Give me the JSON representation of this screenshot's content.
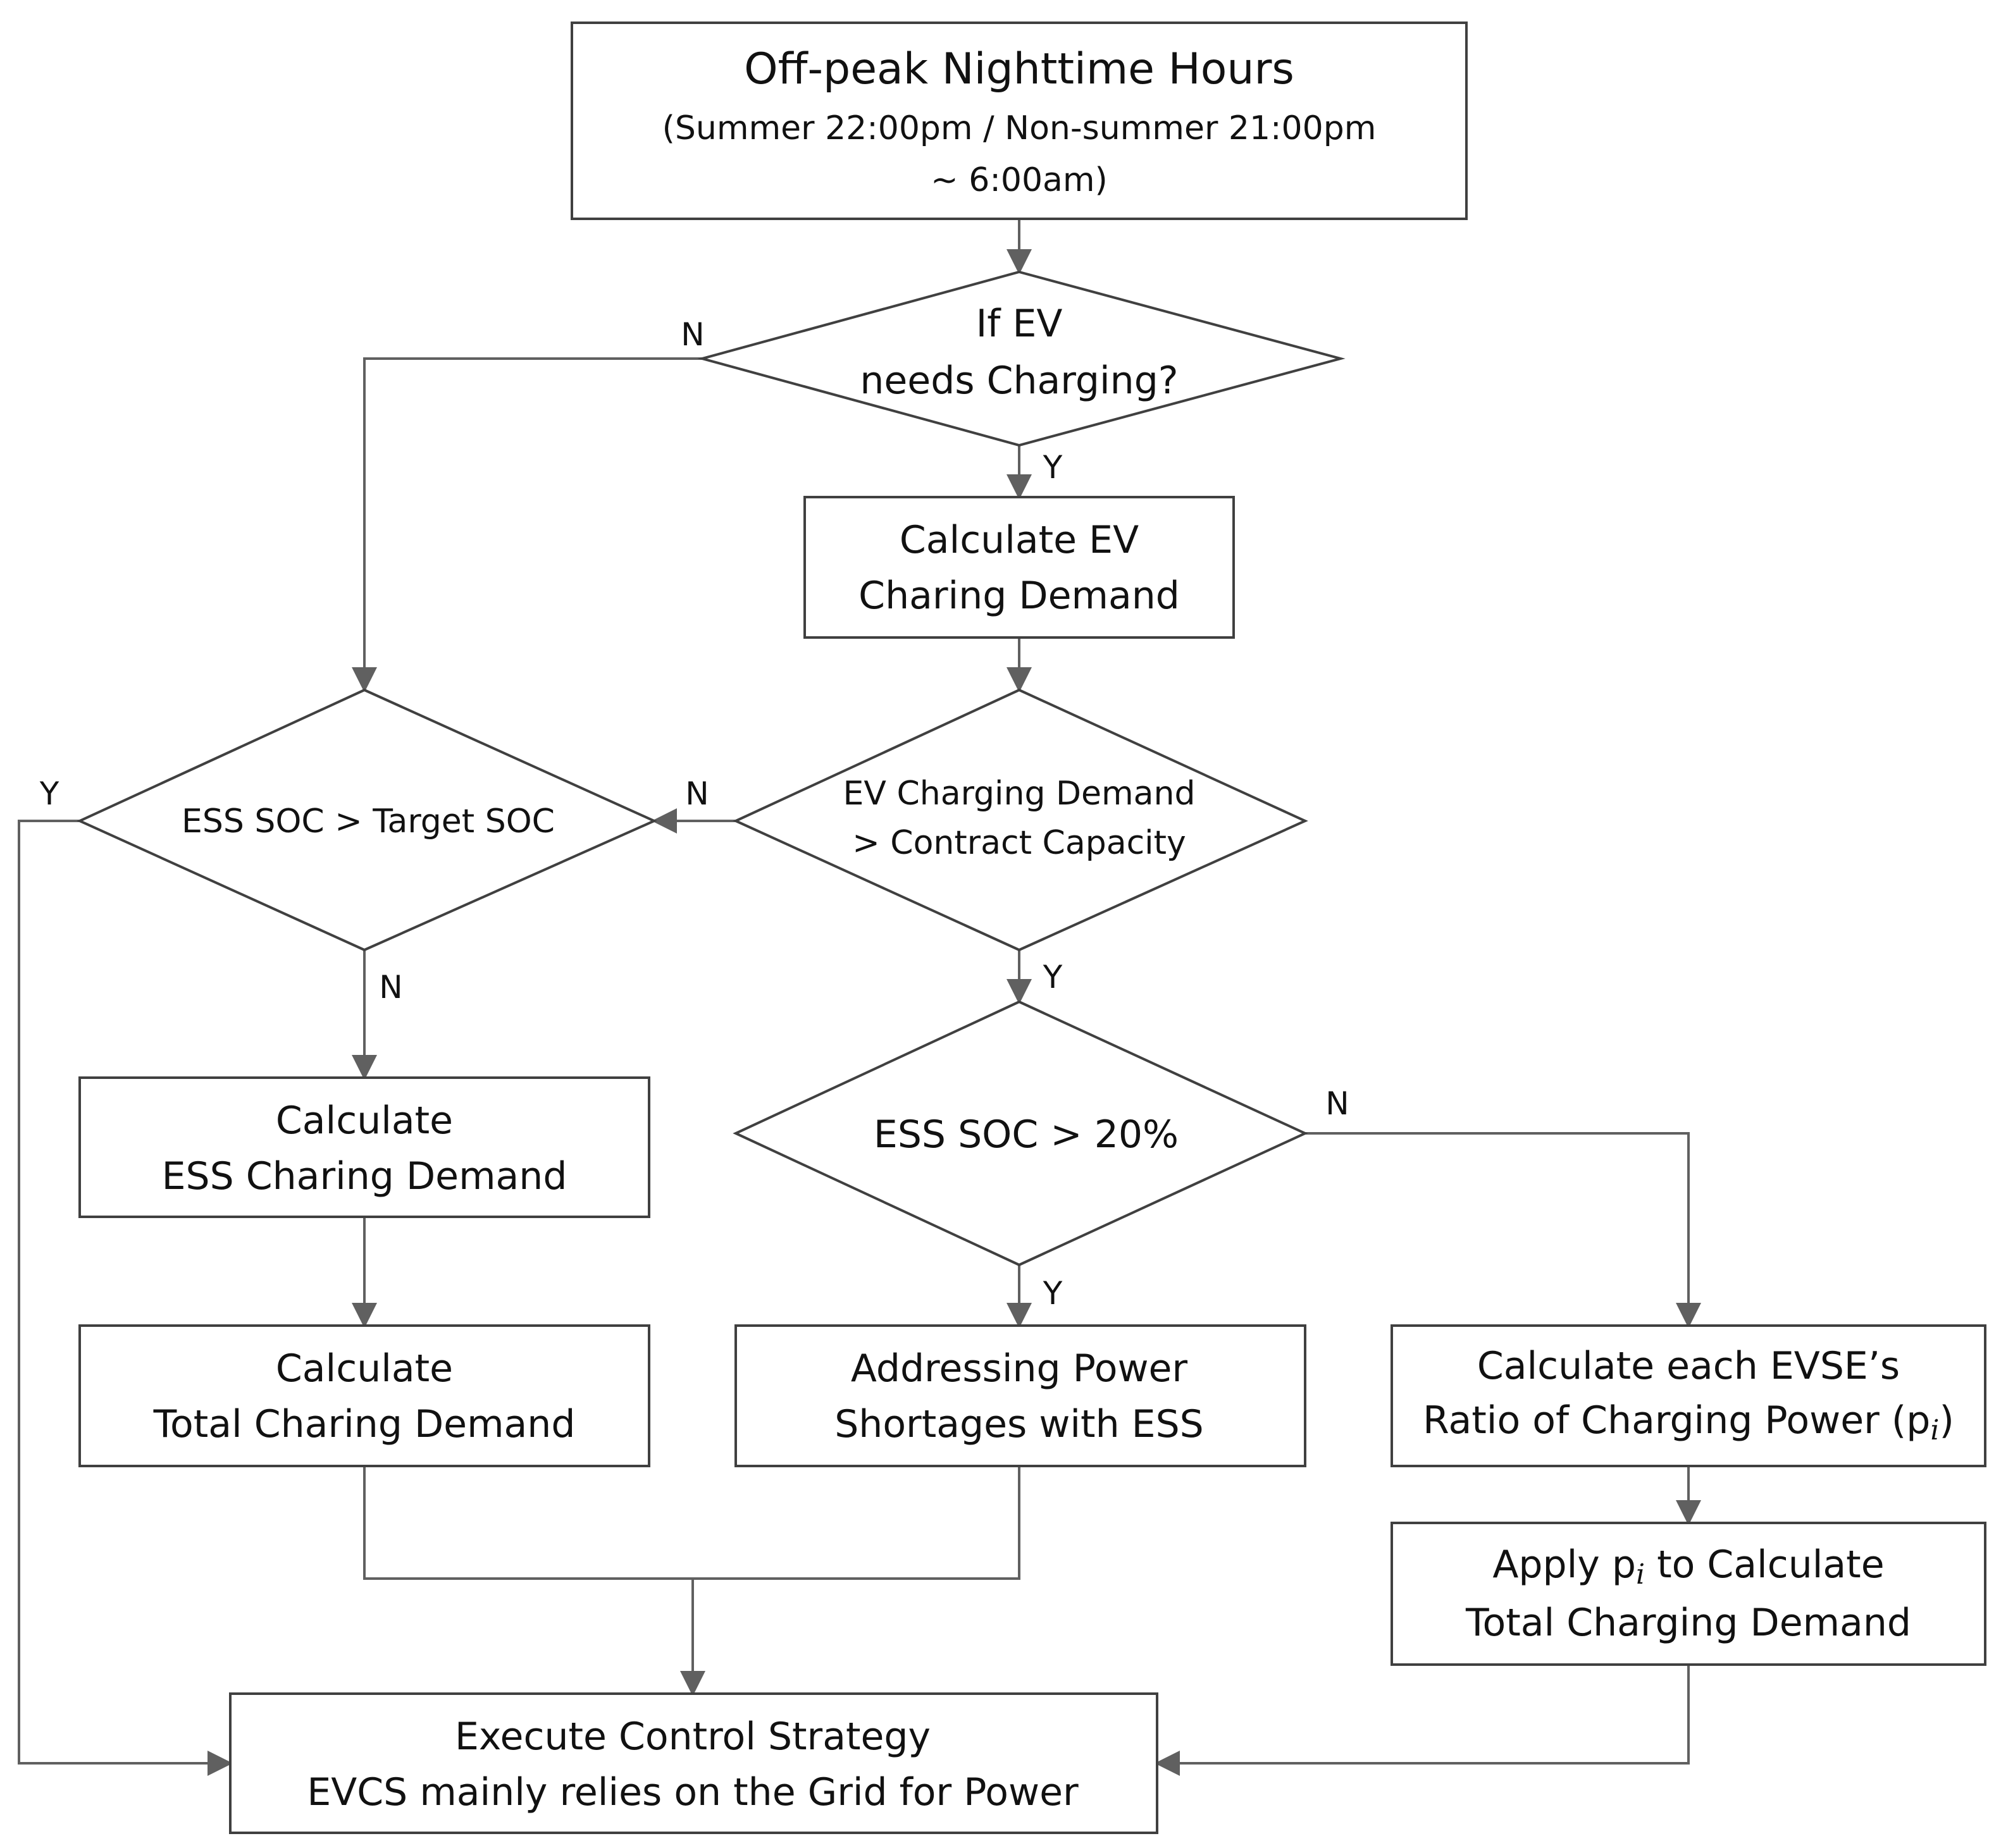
{
  "nodes": {
    "start": {
      "line1": "Off-peak Nighttime Hours",
      "line2": "(Summer 22:00pm / Non-summer 21:00pm",
      "line3": "~  6:00am)"
    },
    "ev_needs_charging": {
      "line1": "If  EV",
      "line2": "needs Charging?"
    },
    "calc_ev_demand": {
      "line1": "Calculate EV",
      "line2": "Charing Demand"
    },
    "ess_soc_target": {
      "line1": "ESS SOC > Target SOC"
    },
    "ev_demand_contract": {
      "line1": "EV Charging Demand",
      "line2": "> Contract Capacity"
    },
    "ess_soc_20": {
      "line1": "ESS SOC > 20%"
    },
    "calc_ess_demand": {
      "line1": "Calculate",
      "line2": "ESS Charing Demand"
    },
    "calc_total_demand": {
      "line1": "Calculate",
      "line2": "Total Charing Demand"
    },
    "address_shortage": {
      "line1": "Addressing Power",
      "line2": "Shortages with ESS"
    },
    "calc_ratio": {
      "line1": "Calculate each EVSE’s",
      "line2_pre": "Ratio of Charging Power (p",
      "line2_sub": "i",
      "line2_post": ")"
    },
    "apply_ratio": {
      "line1_pre": "Apply p",
      "line1_sub": "i",
      "line1_post": " to Calculate",
      "line2": "Total Charging Demand"
    },
    "execute": {
      "line1": "Execute Control Strategy",
      "line2": "EVCS mainly relies on the Grid for Power"
    }
  },
  "edge_labels": {
    "ev_needs_no": "N",
    "ev_needs_yes": "Y",
    "target_yes": "Y",
    "target_no": "N",
    "contract_no": "N",
    "contract_yes": "Y",
    "soc20_no": "N",
    "soc20_yes": "Y"
  }
}
